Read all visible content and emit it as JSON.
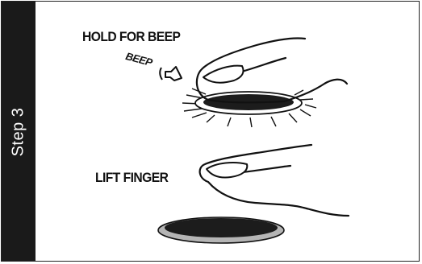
{
  "step": {
    "label": "Step 3"
  },
  "instructions": {
    "hold": "HOLD FOR BEEP",
    "beep": "BEEP",
    "lift": "LIFT FINGER"
  },
  "icons": [
    "speaker-icon",
    "finger-press-illustration",
    "finger-lift-illustration"
  ],
  "colors": {
    "sidebar": "#1a1a1a",
    "button_dark": "#1c1c1c",
    "button_rim": "#b5b5b5",
    "line": "#111111"
  }
}
